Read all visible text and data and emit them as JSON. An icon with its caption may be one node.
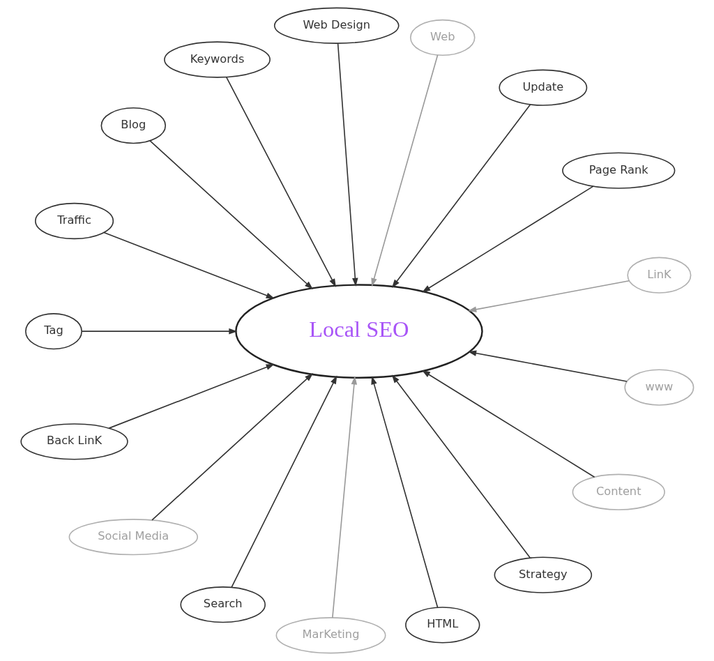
{
  "diagram": {
    "nodes": [
      {
        "text": [
          "LinK"
        ]
      },
      {
        "text": [
          "Page Rank"
        ]
      },
      {
        "text": [
          "Update"
        ]
      },
      {
        "text": [
          "Web"
        ]
      },
      {
        "text": [
          "Web Design"
        ]
      },
      {
        "text": [
          "Keywords"
        ]
      },
      {
        "text": [
          "Blog"
        ]
      },
      {
        "text": [
          "Traffic"
        ]
      },
      {
        "text": [
          "Local SEO"
        ]
      },
      {
        "text": [
          "Tag"
        ]
      },
      {
        "text": [
          "Back LinK"
        ]
      },
      {
        "text": [
          "Social Media"
        ]
      },
      {
        "text": [
          "Search"
        ]
      },
      {
        "text": [
          "MarKeting"
        ]
      },
      {
        "text": [
          "HTML"
        ]
      },
      {
        "text": [
          "Strategy"
        ]
      },
      {
        "text": [
          "Content"
        ]
      },
      {
        "text": [
          "www"
        ]
      }
    ],
    "edges": [
      {
        "from": 0,
        "to": 8,
        "arrow": "to",
        "color": "#9a9a9a"
      },
      {
        "from": 1,
        "to": 8,
        "arrow": "to"
      },
      {
        "from": 2,
        "to": 8,
        "arrow": "to"
      },
      {
        "from": 3,
        "to": 8,
        "arrow": "to",
        "color": "#9a9a9a"
      },
      {
        "from": 4,
        "to": 8,
        "arrow": "to"
      },
      {
        "from": 5,
        "to": 8,
        "arrow": "to"
      },
      {
        "from": 6,
        "to": 8,
        "arrow": "to"
      },
      {
        "from": 7,
        "to": 8,
        "arrow": "to"
      },
      {
        "from": 9,
        "to": 8,
        "arrow": "to"
      },
      {
        "from": 10,
        "to": 8,
        "arrow": "to"
      },
      {
        "from": 11,
        "to": 8,
        "arrow": "to"
      },
      {
        "from": 12,
        "to": 8,
        "arrow": "to"
      },
      {
        "from": 13,
        "to": 8,
        "arrow": "to",
        "color": "#9a9a9a"
      },
      {
        "from": 14,
        "to": 8,
        "arrow": "to"
      },
      {
        "from": 15,
        "to": 8,
        "arrow": "to"
      },
      {
        "from": 16,
        "to": 8,
        "arrow": "to"
      },
      {
        "from": 17,
        "to": 8,
        "arrow": "to"
      }
    ]
  }
}
